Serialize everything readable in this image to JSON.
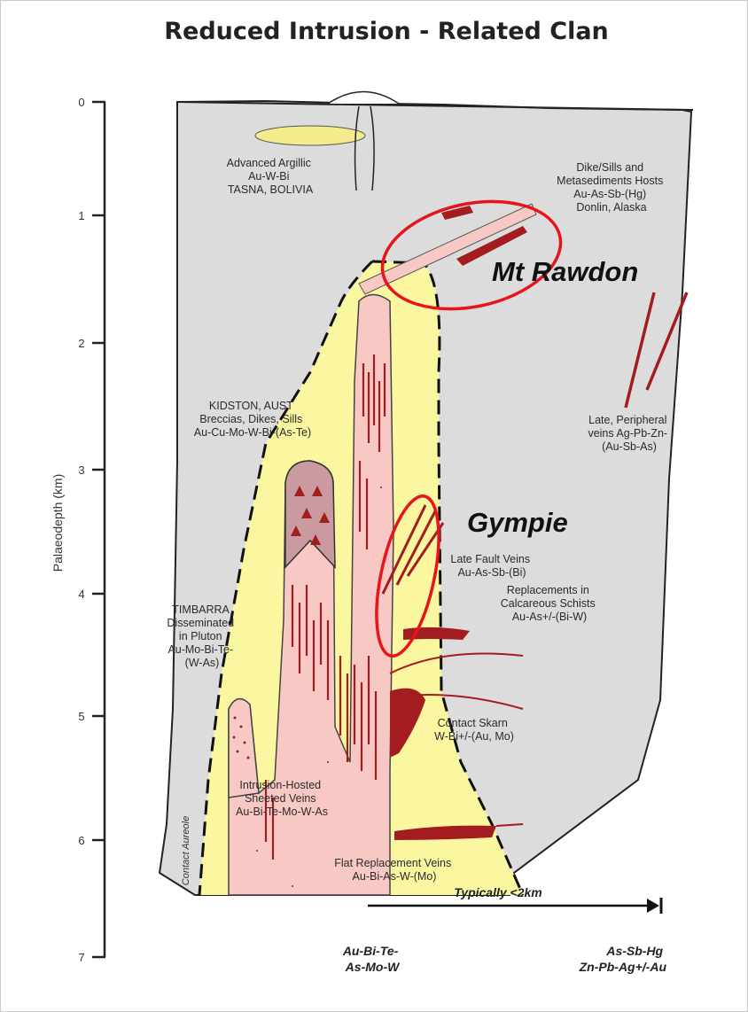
{
  "title": "Reduced Intrusion - Related Clan",
  "axis": {
    "label": "Palaeodepth (km)",
    "ticks": [
      "0",
      "1",
      "2",
      "3",
      "4",
      "5",
      "6",
      "7"
    ]
  },
  "labels": {
    "advanced_argillic": [
      "Advanced Argillic",
      "Au-W-Bi",
      "TASNA, BOLIVIA"
    ],
    "dike_sills": [
      "Dike/Sills and",
      "Metasediments Hosts",
      "Au-As-Sb-(Hg)",
      "Donlin, Alaska"
    ],
    "kidston": [
      "KIDSTON, AUST",
      "Breccias, Dikes, Sills",
      "Au-Cu-Mo-W-Bi-(As-Te)"
    ],
    "late_peripheral": [
      "Late, Peripheral",
      "veins Ag-Pb-Zn-",
      "(Au-Sb-As)"
    ],
    "late_fault": [
      "Late Fault Veins",
      "Au-As-Sb-(Bi)"
    ],
    "replacements": [
      "Replacements in",
      "Calcareous Schists",
      "Au-As+/-(Bi-W)"
    ],
    "timbarra": [
      "TIMBARRA",
      "Disseminated",
      "in Pluton",
      "Au-Mo-Bi-Te-",
      "(W-As)"
    ],
    "contact_skarn": [
      "Contact Skarn",
      "W-Bi+/-(Au, Mo)"
    ],
    "intrusion_hosted": [
      "Intrusion-Hosted",
      "Sheeted Veins",
      "Au-Bi-Te-Mo-W-As"
    ],
    "flat_replacement": [
      "Flat Replacement Veins",
      "Au-Bi-As-W-(Mo)"
    ],
    "contact_aureole": "Contact Aureole"
  },
  "callouts": {
    "mt_rawdon": "Mt Rawdon",
    "gympie": "Gympie"
  },
  "bottom": {
    "arrow_label": "Typically <2km",
    "left": [
      "Au-Bi-Te-",
      "As-Mo-W"
    ],
    "right": [
      "As-Sb-Hg",
      "Zn-Pb-Ag+/-Au"
    ]
  },
  "colors": {
    "host_rock": "#dcdcdc",
    "aureole": "#fbf7a0",
    "pluton": "#f8c9c4",
    "vein": "#a31c1f",
    "callout": "#e8141b"
  }
}
